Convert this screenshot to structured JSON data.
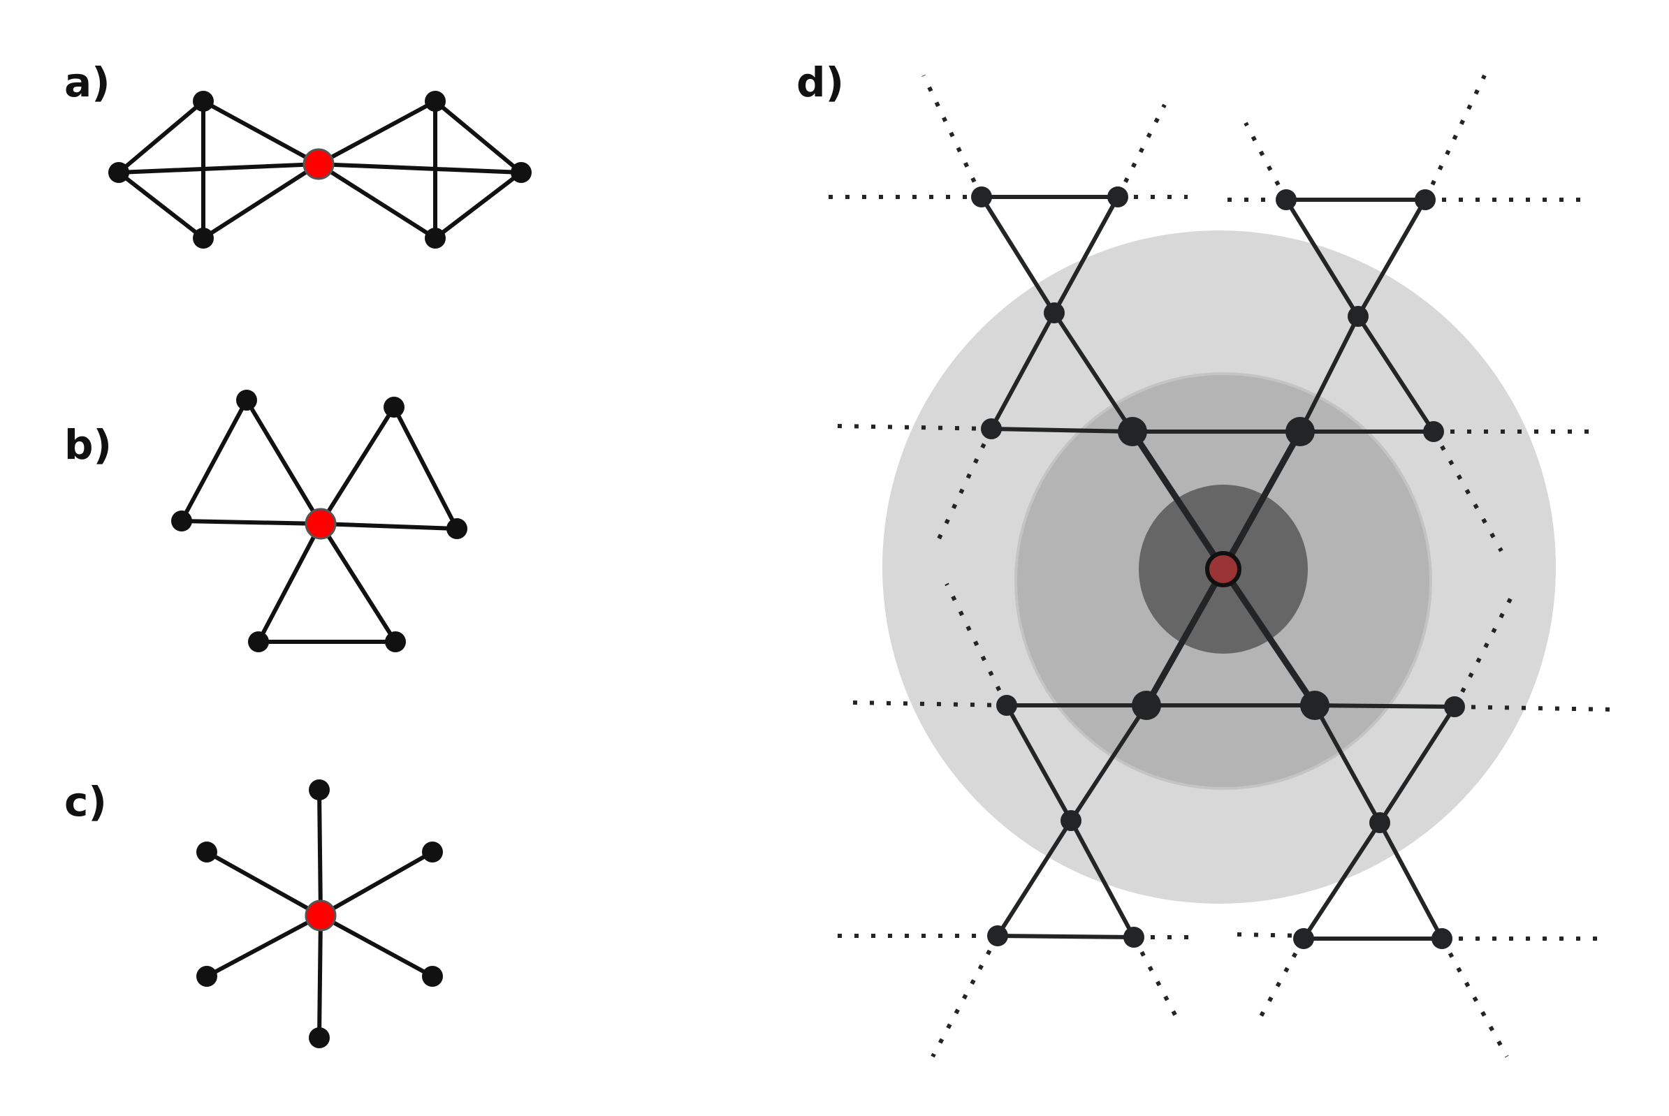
{
  "panels": {
    "a": {
      "label": "a)"
    },
    "b": {
      "label": "b)"
    },
    "c": {
      "label": "c)"
    },
    "d": {
      "label": "d)"
    }
  },
  "colors": {
    "background": "#ffffff",
    "edge": "#111111",
    "node": "#111111",
    "center_node": "#ff0000",
    "center_node_d": "#9b3535",
    "lattice_node": "#222425",
    "lattice_edge": "#222425",
    "ring_outer": "#d8d8d8",
    "ring_middle": "#b4b4b4",
    "ring_inner": "#666666"
  },
  "icons": {
    "center_node": "filled-circle-red",
    "node": "filled-circle-black"
  }
}
